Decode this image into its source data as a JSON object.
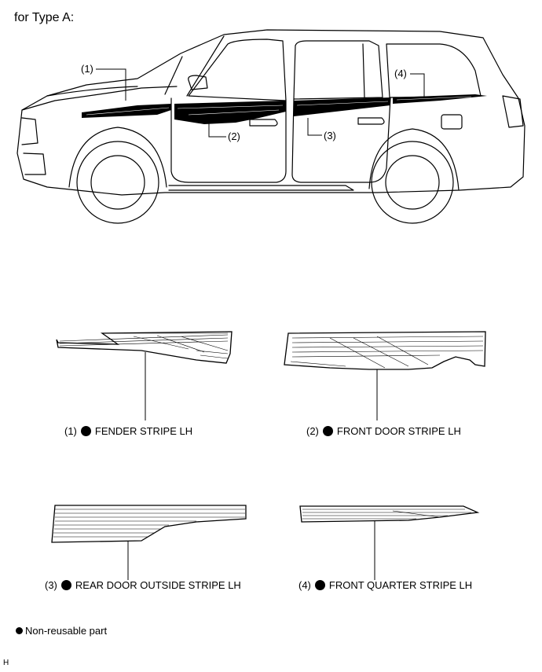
{
  "title": "for Type A:",
  "callouts": [
    "(1)",
    "(2)",
    "(3)",
    "(4)"
  ],
  "parts": [
    {
      "num": "(1)",
      "name": "FENDER STRIPE LH"
    },
    {
      "num": "(2)",
      "name": "FRONT DOOR STRIPE LH"
    },
    {
      "num": "(3)",
      "name": "REAR DOOR OUTSIDE STRIPE LH"
    },
    {
      "num": "(4)",
      "name": "FRONT QUARTER STRIPE LH"
    }
  ],
  "legend": {
    "symbol": "filled-circle",
    "text": "Non-reusable part"
  },
  "figure_code": "H"
}
